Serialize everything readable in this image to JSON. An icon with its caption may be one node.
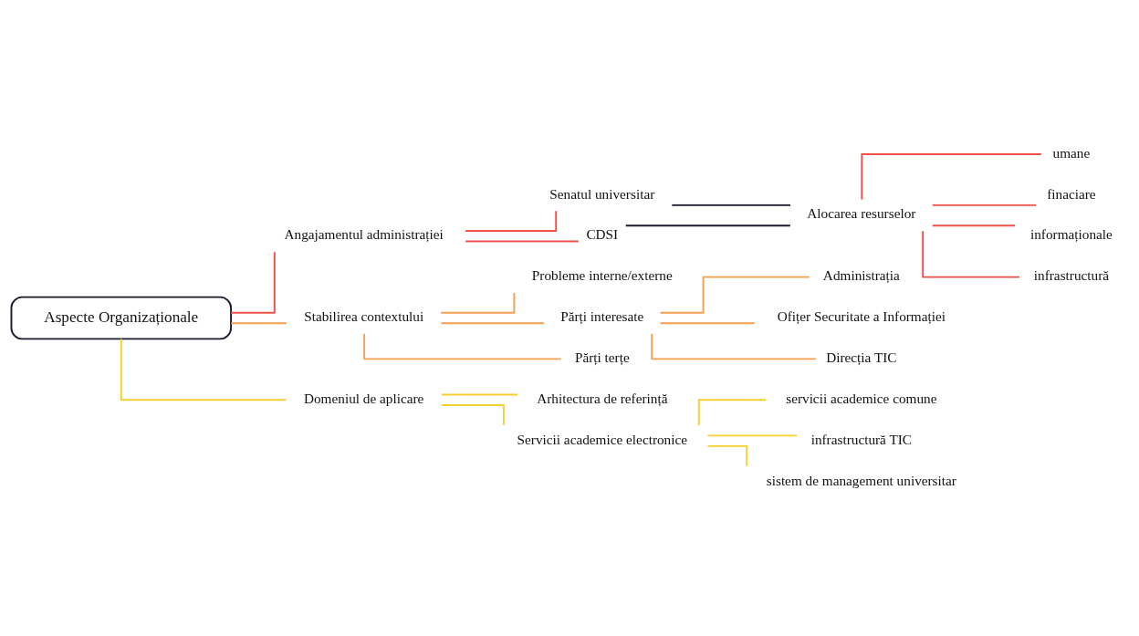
{
  "diagram": {
    "nodes": [
      {
        "text": [
          "Aspecte Organizaționale"
        ]
      },
      {
        "text": [
          "Angajamentul administrației"
        ]
      },
      {
        "text": [
          "Senatul universitar"
        ]
      },
      {
        "text": [
          "CDSI"
        ]
      },
      {
        "text": [
          "Alocarea resurselor"
        ]
      },
      {
        "text": [
          "umane"
        ]
      },
      {
        "text": [
          "finaciare"
        ]
      },
      {
        "text": [
          "informaționale"
        ]
      },
      {
        "text": [
          "infrastructură"
        ]
      },
      {
        "text": [
          "Stabilirea contextului"
        ]
      },
      {
        "text": [
          "Probleme interne/externe"
        ]
      },
      {
        "text": [
          "Părți interesate"
        ]
      },
      {
        "text": [
          "Administrația"
        ]
      },
      {
        "text": [
          "Ofițer Securitate a Informației"
        ]
      },
      {
        "text": [
          "Direcția TIC"
        ]
      },
      {
        "text": [
          "Părți terțe"
        ]
      },
      {
        "text": [
          "Domeniul de aplicare"
        ]
      },
      {
        "text": [
          "Arhitectura de referință"
        ]
      },
      {
        "text": [
          "Servicii academice electronice"
        ]
      },
      {
        "text": [
          "servicii academice comune"
        ]
      },
      {
        "text": [
          "infrastructură TIC"
        ]
      },
      {
        "text": [
          "sistem de management universitar"
        ]
      }
    ],
    "edges": [
      {
        "from": 0,
        "to": 1,
        "arrow": "none",
        "color": "#f0504a"
      },
      {
        "from": 0,
        "to": 9,
        "arrow": "none",
        "color": "#f5a050"
      },
      {
        "from": 0,
        "to": 16,
        "arrow": "none",
        "color": "#f5d030"
      },
      {
        "from": 1,
        "to": 2,
        "arrow": "none",
        "color": "#f0504a"
      },
      {
        "from": 1,
        "to": 3,
        "arrow": "none",
        "color": "#f0504a"
      },
      {
        "from": 2,
        "to": 4,
        "arrow": "none",
        "color": "#1a1a2e"
      },
      {
        "from": 3,
        "to": 4,
        "arrow": "none",
        "color": "#1a1a2e"
      },
      {
        "from": 4,
        "to": 5,
        "arrow": "none",
        "color": "#f0504a"
      },
      {
        "from": 4,
        "to": 6,
        "arrow": "none",
        "color": "#f0504a"
      },
      {
        "from": 4,
        "to": 7,
        "arrow": "none",
        "color": "#f0504a"
      },
      {
        "from": 4,
        "to": 8,
        "arrow": "none",
        "color": "#f0504a"
      },
      {
        "from": 9,
        "to": 10,
        "arrow": "none",
        "color": "#f5a050"
      },
      {
        "from": 9,
        "to": 11,
        "arrow": "none",
        "color": "#f5a050"
      },
      {
        "from": 9,
        "to": 15,
        "arrow": "none",
        "color": "#f5a050"
      },
      {
        "from": 11,
        "to": 12,
        "arrow": "none",
        "color": "#f5a050"
      },
      {
        "from": 11,
        "to": 13,
        "arrow": "none",
        "color": "#f5a050"
      },
      {
        "from": 11,
        "to": 14,
        "arrow": "none",
        "color": "#f5a050"
      },
      {
        "from": 16,
        "to": 17,
        "arrow": "none",
        "color": "#f5d030"
      },
      {
        "from": 16,
        "to": 18,
        "arrow": "none",
        "color": "#f5d030"
      },
      {
        "from": 18,
        "to": 19,
        "arrow": "none",
        "color": "#f5d030"
      },
      {
        "from": 18,
        "to": 20,
        "arrow": "none",
        "color": "#f5d030"
      },
      {
        "from": 18,
        "to": 21,
        "arrow": "none",
        "color": "#f5d030"
      }
    ]
  }
}
